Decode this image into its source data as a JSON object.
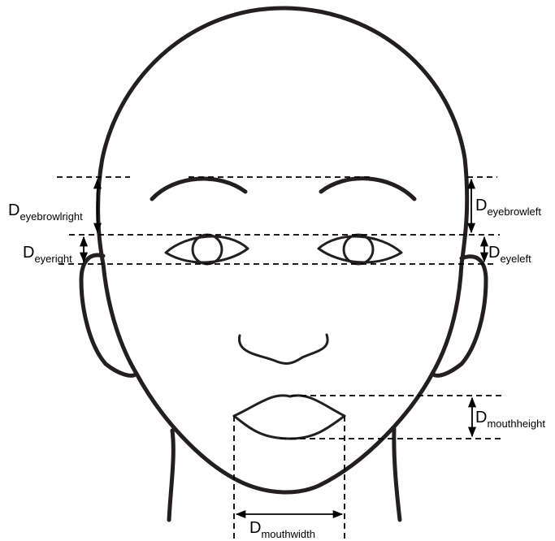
{
  "labels": {
    "eyebrow_right": {
      "main": "D",
      "sub": "eyebrowlright"
    },
    "eye_right": {
      "main": "D",
      "sub": "eyeright"
    },
    "eyebrow_left": {
      "main": "D",
      "sub": "eyebrowleft"
    },
    "eye_left": {
      "main": "D",
      "sub": "eyeleft"
    },
    "mouth_height": {
      "main": "D",
      "sub": "mouthheight"
    },
    "mouth_width": {
      "main": "D",
      "sub": "mouthwidth"
    }
  }
}
